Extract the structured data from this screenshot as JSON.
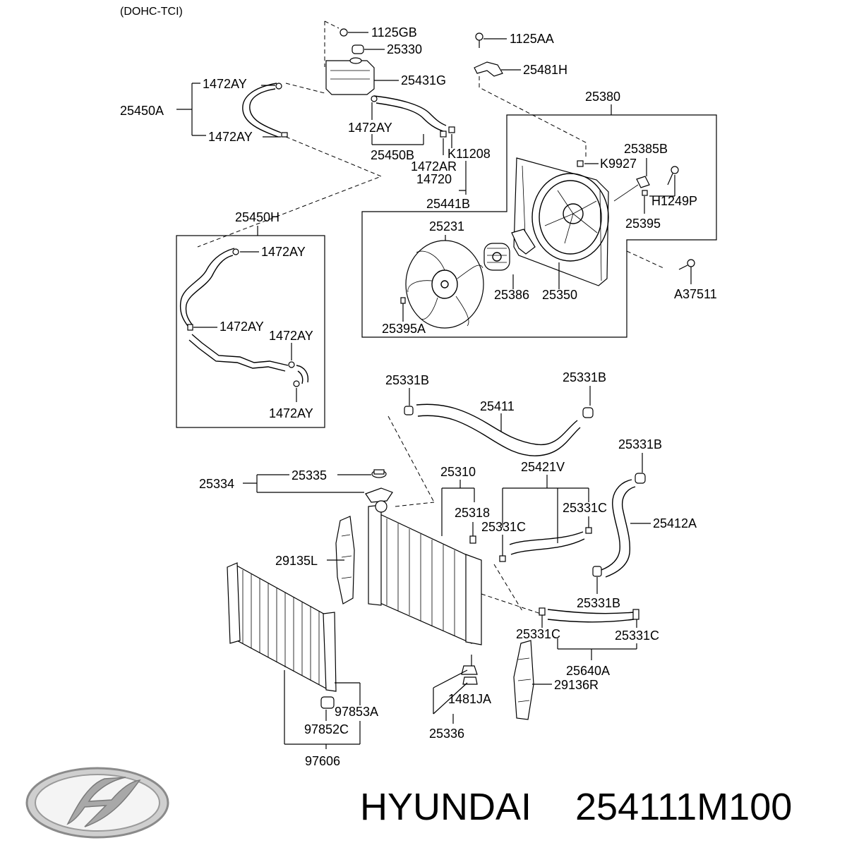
{
  "header": {
    "engine_note": "(DOHC-TCI)"
  },
  "footer": {
    "brand": "HYUNDAI",
    "part_number": "254111M100"
  },
  "logo": {
    "icon": "hyundai-logo-icon",
    "color": "#b5b5b5"
  },
  "parts": {
    "p_1125GB": "1125GB",
    "p_25330": "25330",
    "p_25431G": "25431G",
    "p_1125AA": "1125AA",
    "p_25481H": "25481H",
    "p_1472AY_a": "1472AY",
    "p_25450A": "25450A",
    "p_1472AY_b": "1472AY",
    "p_1472AY_c": "1472AY",
    "p_25450B": "25450B",
    "p_K11208": "K11208",
    "p_1472AR": "1472AR",
    "p_14720": "14720",
    "p_25441B": "25441B",
    "p_25380": "25380",
    "p_25385B": "25385B",
    "p_K9927": "K9927",
    "p_H1249P": "H1249P",
    "p_25395": "25395",
    "p_25231": "25231",
    "p_25386": "25386",
    "p_25350": "25350",
    "p_A37511": "A37511",
    "p_25395A": "25395A",
    "p_25450H": "25450H",
    "p_1472AY_d": "1472AY",
    "p_1472AY_e": "1472AY",
    "p_1472AY_f": "1472AY",
    "p_1472AY_g": "1472AY",
    "p_25331B_a": "25331B",
    "p_25331B_b": "25331B",
    "p_25411": "25411",
    "p_25331B_c": "25331B",
    "p_25334": "25334",
    "p_25335": "25335",
    "p_25310": "25310",
    "p_25421V": "25421V",
    "p_25318": "25318",
    "p_25331C_a": "25331C",
    "p_25331C_b": "25331C",
    "p_25412A": "25412A",
    "p_29135L": "29135L",
    "p_25331B_d": "25331B",
    "p_25331C_c": "25331C",
    "p_25331C_d": "25331C",
    "p_25640A": "25640A",
    "p_29136R": "29136R",
    "p_1481JA": "1481JA",
    "p_97853A": "97853A",
    "p_97852C": "97852C",
    "p_25336": "25336",
    "p_97606": "97606"
  }
}
